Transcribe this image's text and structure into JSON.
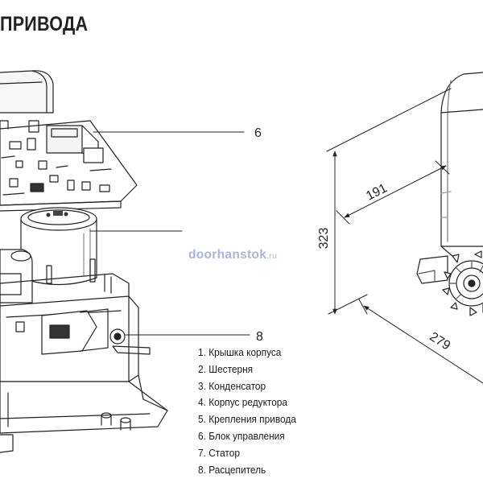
{
  "heading": "ПРИВОДА",
  "watermark": {
    "brand": "doorhan",
    "middle": "stok",
    "suffix": ".ru"
  },
  "callouts": [
    "6",
    "8"
  ],
  "dimensions": {
    "width": "191",
    "height": "323",
    "length": "279"
  },
  "legend": [
    "1. Крышка корпуса",
    "2. Шестерня",
    "3. Конденсатор",
    "4. Корпус редуктора",
    "5. Крепления привода",
    "6. Блок управления",
    "7. Статор",
    "8. Расцепитель"
  ],
  "colors": {
    "line": "#222222",
    "text": "#1a1a1a",
    "watermark": "#a7b6d8"
  }
}
